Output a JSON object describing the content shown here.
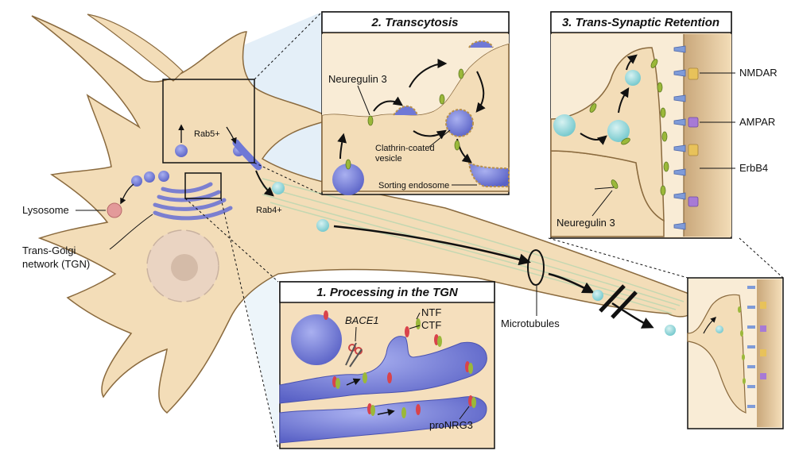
{
  "panels": {
    "tgn": {
      "title": "1. Processing in the TGN"
    },
    "transcytosis": {
      "title": "2. Transcytosis"
    },
    "retention": {
      "title": "3. Trans-Synaptic Retention"
    }
  },
  "labels": {
    "lysosome": "Lysosome",
    "tgn_line1": "Trans-Golgi",
    "tgn_line2": "network (TGN)",
    "rab5": "Rab5+",
    "rab4": "Rab4+",
    "microtubules": "Microtubules",
    "neuregulin_t": "Neuregulin 3",
    "clathrin_line1": "Clathrin-coated",
    "clathrin_line2": "vesicle",
    "sorting_endosome": "Sorting endosome",
    "neuregulin_r": "Neuregulin 3",
    "nmdar": "NMDAR",
    "ampar": "AMPAR",
    "erbb4": "ErbB4",
    "bace1": "BACE1",
    "ntf": "NTF",
    "ctf": "CTF",
    "pronrg3": "proNRG3"
  },
  "colors": {
    "cytoplasm": "#f3ddb8",
    "membrane": "#8a6a3e",
    "vesicle_blue": "#6f78d6",
    "vesicle_cyan": "#8fd3d6",
    "golgi": "#7b7fd0",
    "nucleus": "#ead4c2",
    "nrg_green": "#9bb83a",
    "nrg_red": "#d9434b",
    "nmdar_yellow": "#e8c25a",
    "ampar_purple": "#a77ad6",
    "erbb4_blue": "#7f9bd8",
    "lysosome_pink": "#e39a9a",
    "panel_bg": "#f5dfbd",
    "highlight": "#cfe3f2"
  }
}
